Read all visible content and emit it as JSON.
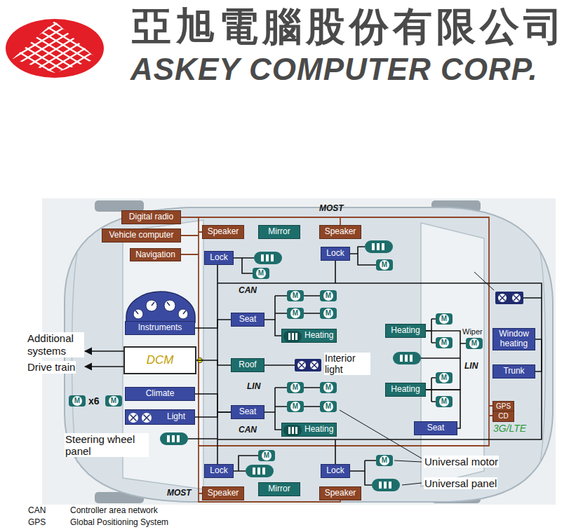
{
  "diagram": {
    "nodes": [
      {
        "text": [
          "Digital radio"
        ]
      },
      {
        "text": [
          "Vehicle computer"
        ]
      },
      {
        "text": [
          "Navigation"
        ]
      },
      {
        "text": [
          "Speaker"
        ]
      },
      {
        "text": [
          "Mirror"
        ]
      },
      {
        "text": [
          "Speaker"
        ]
      },
      {
        "text": [
          "Lock"
        ]
      },
      {
        "text": [
          "Lock"
        ]
      },
      {
        "text": [
          "Instruments"
        ]
      },
      {
        "text": [
          "Seat"
        ]
      },
      {
        "text": [
          "Heating"
        ]
      },
      {
        "text": [
          "Heating"
        ]
      },
      {
        "text": [
          "Window heating"
        ]
      },
      {
        "text": [
          "DCM"
        ]
      },
      {
        "text": [
          "Roof"
        ]
      },
      {
        "text": [
          "Trunk"
        ]
      },
      {
        "text": [
          "Climate"
        ]
      },
      {
        "text": [
          "Seat"
        ]
      },
      {
        "text": [
          "Heating"
        ]
      },
      {
        "text": [
          "Light"
        ]
      },
      {
        "text": [
          "Heating"
        ]
      },
      {
        "text": [
          "GPS"
        ]
      },
      {
        "text": [
          "CD"
        ]
      },
      {
        "text": [
          "Seat"
        ]
      },
      {
        "text": [
          "Lock"
        ]
      },
      {
        "text": [
          "Lock"
        ]
      },
      {
        "text": [
          "Mirror"
        ]
      },
      {
        "text": [
          "Speaker"
        ]
      },
      {
        "text": [
          "Speaker"
        ]
      }
    ],
    "edges": [
      {
        "from": 8,
        "to": 9,
        "arrow": "none"
      },
      {
        "from": 13,
        "to": 14,
        "arrow": "none"
      },
      {
        "from": 16,
        "to": 17,
        "arrow": "none"
      },
      {
        "from": 19,
        "to": 17,
        "arrow": "none"
      },
      {
        "from": 9,
        "to": 10,
        "arrow": "none"
      },
      {
        "from": 17,
        "to": 20,
        "arrow": "none"
      },
      {
        "from": 12,
        "to": 15,
        "arrow": "none"
      },
      {
        "from": 11,
        "to": 18,
        "arrow": "none"
      },
      {
        "from": 18,
        "to": 23,
        "arrow": "none"
      }
    ],
    "labels": [
      "亞旭電腦股份有限公司",
      "ASKEY COMPUTER CORP.",
      "MOST",
      "CAN",
      "Additional systems",
      "Drive train",
      "Wiper",
      "Interior light",
      "LIN",
      "LIN",
      "x6",
      "3G/LTE",
      "CAN",
      "Steering wheel panel",
      "Universal motor",
      "Universal panel",
      "MOST",
      "CAN",
      "Controller area network",
      "GPS",
      "Global Positioning System",
      "M",
      "M",
      "M",
      "M",
      "M",
      "M",
      "M",
      "M",
      "M",
      "M",
      "M",
      "M",
      "M",
      "M",
      "M",
      "M",
      "M",
      "M",
      "M"
    ]
  }
}
